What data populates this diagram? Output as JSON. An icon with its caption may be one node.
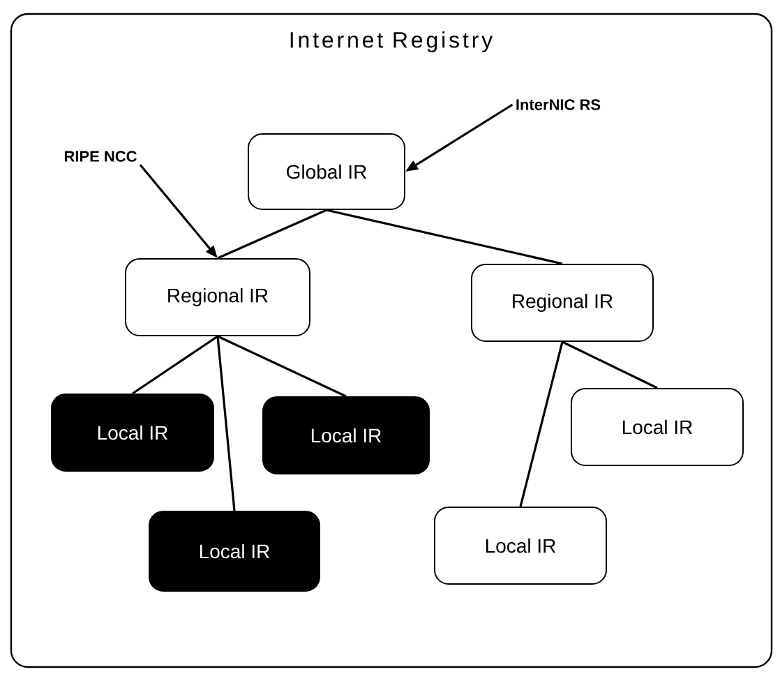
{
  "diagram": {
    "nodes": [
      {
        "text": [
          "Internet Registry"
        ]
      },
      {
        "text": [
          "InterNIC RS"
        ],
        "in": 0
      },
      {
        "text": [
          "RIPE NCC"
        ],
        "in": 0
      },
      {
        "text": [
          "Global IR"
        ],
        "in": 0
      },
      {
        "text": [
          "Regional IR"
        ],
        "in": 0
      },
      {
        "text": [
          "Regional IR"
        ],
        "in": 0
      },
      {
        "text": [
          "Local IR"
        ],
        "in": 0
      },
      {
        "text": [
          "Local IR"
        ],
        "in": 0
      },
      {
        "text": [
          "Local IR"
        ],
        "in": 0
      },
      {
        "text": [
          "Local IR"
        ],
        "in": 0
      },
      {
        "text": [
          "Local IR"
        ],
        "in": 0
      }
    ],
    "edges": [
      {
        "from": 1,
        "to": 3,
        "arrow": "to"
      },
      {
        "from": 2,
        "to": 4,
        "arrow": "to"
      },
      {
        "from": 3,
        "to": 4,
        "arrow": "none"
      },
      {
        "from": 3,
        "to": 5,
        "arrow": "none"
      },
      {
        "from": 4,
        "to": 6,
        "arrow": "none"
      },
      {
        "from": 4,
        "to": 7,
        "arrow": "none"
      },
      {
        "from": 4,
        "to": 8,
        "arrow": "none"
      },
      {
        "from": 5,
        "to": 9,
        "arrow": "none"
      },
      {
        "from": 5,
        "to": 10,
        "arrow": "none"
      }
    ]
  }
}
